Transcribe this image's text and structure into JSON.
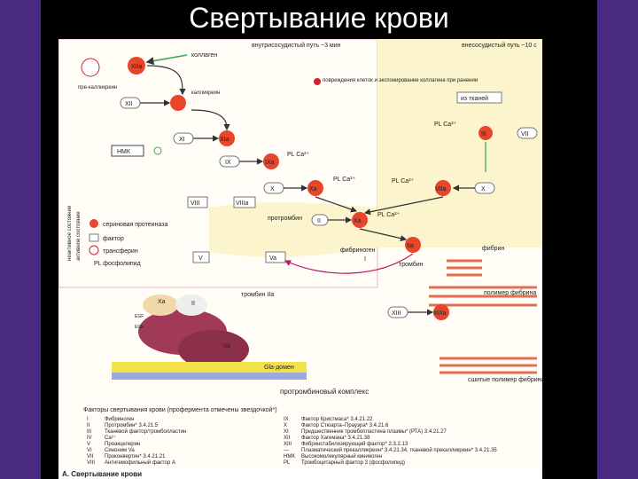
{
  "title": "Свертывание крови",
  "colors": {
    "frame": "#4a2a80",
    "enzyme": "#e8452a",
    "arrow_green": "#3aa44a",
    "arrow_magenta": "#c0186a",
    "yellow_zone": "#fbf4cc",
    "pink": "#f3b9b0"
  },
  "intrinsic": {
    "header": "внутрисосудистый путь ~3 мин",
    "collagen": "коллаген",
    "prekallikrein": "пре-калликреин",
    "xiia": "XIIa",
    "xii": "XII",
    "kallikrein": "калликреин",
    "hmk": "НМК",
    "xi": "XI",
    "xia": "XIa",
    "ix": "IX",
    "ixa": "IXa",
    "x": "X",
    "xa": "Xa",
    "viii": "VIII",
    "viiia": "VIIIa",
    "pl_ca1": "PL Ca²⁺",
    "pl_ca2": "PL Ca²⁺",
    "damage": "повреждения клеток и экспонирование коллагена при ранении"
  },
  "extrinsic": {
    "header": "внесосудистый путь ~10 с",
    "from_tissue": "из тканей",
    "pl_ca": "PL Ca²⁺",
    "iii": "III",
    "vii": "VII",
    "viia": "VIIa",
    "x": "X",
    "pl_ca2": "PL Ca²⁺"
  },
  "common": {
    "prothrombin": "протромбин",
    "ii": "II",
    "xa": "Xa",
    "pl_ca": "PL Ca²⁺",
    "v": "V",
    "va": "Va",
    "fibrinogen": "фибриноген",
    "i": "I",
    "iia": "IIa",
    "thrombin": "тромбин",
    "fibrin": "фибрин",
    "polymer": "полимер фибрина",
    "xiii": "XIII",
    "xiiia": "XIIIa",
    "crosslinked": "сшитые полимер фибрина"
  },
  "legend": {
    "inactive": "неактивное состояние",
    "active": "активное состояние",
    "items": [
      "сериновая протеиназа",
      "фактор",
      "трансферин",
      "PL фосфолипид"
    ]
  },
  "complex": {
    "thrombin_label": "тромбин IIa",
    "xa": "Xa",
    "ii": "II",
    "egf1": "EGF",
    "egf2": "EGF",
    "va": "Va",
    "gla": "Gla-домен",
    "caption": "протромбиновый комплекс"
  },
  "factors_table": {
    "header": "Факторы свертывания крови (профермента отмечены звездочкой*)",
    "left": [
      [
        "I",
        "Фибриноген"
      ],
      [
        "II",
        "Протромбин* 3.4.21.5"
      ],
      [
        "III",
        "Тканевой фактор/тромбопластин"
      ],
      [
        "IV",
        "Ca²⁺"
      ],
      [
        "V",
        "Проакцелерин"
      ],
      [
        "VI",
        "Синоним Va"
      ],
      [
        "VII",
        "Проконвертин* 3.4.21.21"
      ],
      [
        "VIII",
        "Антигемофильный фактор А"
      ]
    ],
    "right": [
      [
        "IX",
        "Фактор Кристмаса* 3.4.21.22"
      ],
      [
        "X",
        "Фактор Стюарта–Прауэра* 3.4.21.6"
      ],
      [
        "XI",
        "Предшественник тромбопластина плазмы* (РТА) 3.4.21.27"
      ],
      [
        "XII",
        "Фактор Хагемана* 3.4.21.38"
      ],
      [
        "XIII",
        "Фибринстабилизирующий фактор* 2.3.2.13"
      ],
      [
        "—",
        "Плазматический прекалликреин* 3.4.21.34, тканевой прекалликреин* 3.4.21.35"
      ],
      [
        "НМК",
        "Высокомолекулярный кининоген"
      ],
      [
        "PL",
        "Тромбоцитарный фактор 3 (фосфолипид)"
      ]
    ],
    "caption": "А. Свертывание крови"
  }
}
